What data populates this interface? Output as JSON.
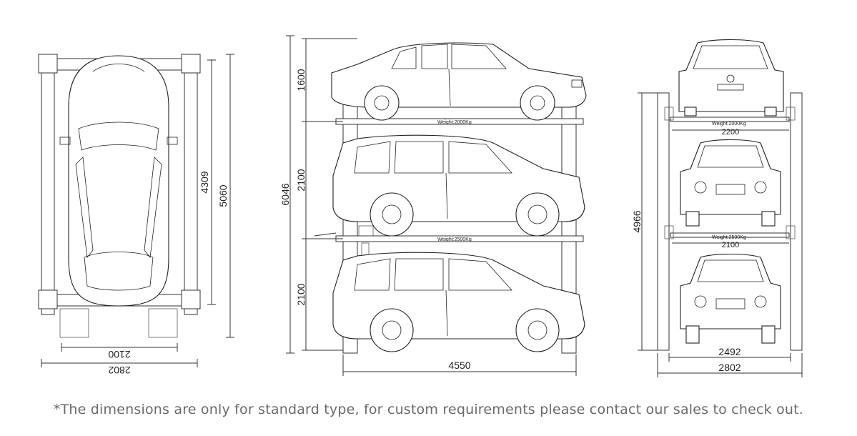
{
  "top_view": {
    "dim_length_inner": "4309",
    "dim_length_outer": "5060",
    "dim_width_inner": "2100",
    "dim_width_outer": "2802"
  },
  "side_view": {
    "dim_top_level": "1600",
    "dim_middle_level": "2100",
    "dim_bottom_level": "2100",
    "dim_total_height": "6046",
    "dim_length": "4550",
    "weight_upper": "Weight:2000Kg",
    "weight_lower": "Weight:2500Kg"
  },
  "front_view": {
    "dim_height": "4966",
    "dim_top_platform": "2200",
    "dim_mid_platform": "2100",
    "dim_inner_width": "2492",
    "dim_outer_width": "2802",
    "weight_upper": "Weight:2000Kg",
    "weight_lower": "Weight:2500Kg"
  },
  "footnote": "*The dimensions are only for standard type, for custom requirements please contact our sales to check out."
}
